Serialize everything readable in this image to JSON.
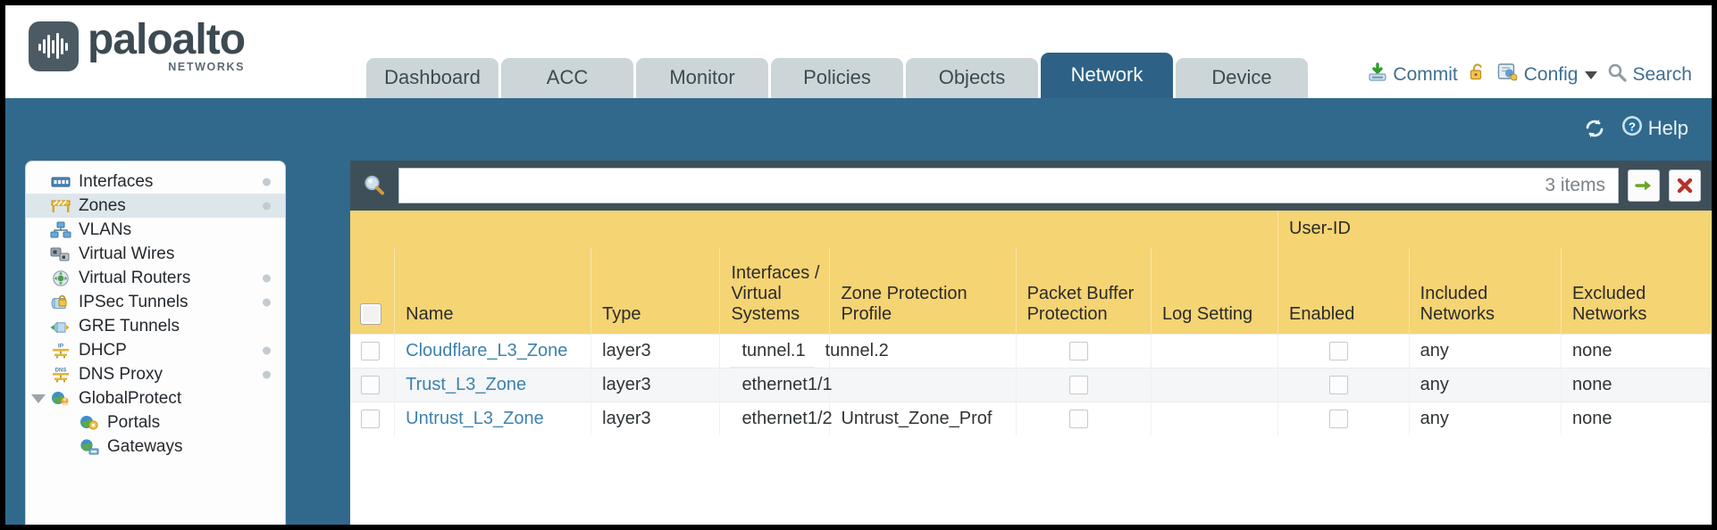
{
  "brand": {
    "name": "paloalto",
    "tagline": "NETWORKS",
    "logo_icon": "paloalto-logo-icon"
  },
  "nav": {
    "tabs": [
      {
        "label": "Dashboard",
        "active": false
      },
      {
        "label": "ACC",
        "active": false
      },
      {
        "label": "Monitor",
        "active": false
      },
      {
        "label": "Policies",
        "active": false
      },
      {
        "label": "Objects",
        "active": false
      },
      {
        "label": "Network",
        "active": true
      },
      {
        "label": "Device",
        "active": false
      }
    ]
  },
  "header_actions": {
    "commit": "Commit",
    "commit_icon": "commit-save-icon",
    "lock_icon": "padlock-icon",
    "config": "Config",
    "config_icon": "config-key-icon",
    "config_caret": "chevron-down-icon",
    "search": "Search",
    "search_icon": "search-magnifier-icon"
  },
  "blue_bar": {
    "refresh_icon": "refresh-icon",
    "help_label": "Help",
    "help_icon": "help-question-icon"
  },
  "sidebar": {
    "items": [
      {
        "label": "Interfaces",
        "icon": "interfaces-icon",
        "selected": false,
        "dot": true,
        "child": false,
        "expander": false
      },
      {
        "label": "Zones",
        "icon": "zones-icon",
        "selected": true,
        "dot": true,
        "child": false,
        "expander": false
      },
      {
        "label": "VLANs",
        "icon": "vlans-icon",
        "selected": false,
        "dot": false,
        "child": false,
        "expander": false
      },
      {
        "label": "Virtual Wires",
        "icon": "virtual-wires-icon",
        "selected": false,
        "dot": false,
        "child": false,
        "expander": false
      },
      {
        "label": "Virtual Routers",
        "icon": "virtual-routers-icon",
        "selected": false,
        "dot": true,
        "child": false,
        "expander": false
      },
      {
        "label": "IPSec Tunnels",
        "icon": "ipsec-tunnels-icon",
        "selected": false,
        "dot": true,
        "child": false,
        "expander": false
      },
      {
        "label": "GRE Tunnels",
        "icon": "gre-tunnels-icon",
        "selected": false,
        "dot": false,
        "child": false,
        "expander": false
      },
      {
        "label": "DHCP",
        "icon": "dhcp-icon",
        "selected": false,
        "dot": true,
        "child": false,
        "expander": false
      },
      {
        "label": "DNS Proxy",
        "icon": "dns-proxy-icon",
        "selected": false,
        "dot": true,
        "child": false,
        "expander": false
      },
      {
        "label": "GlobalProtect",
        "icon": "globalprotect-icon",
        "selected": false,
        "dot": false,
        "child": false,
        "expander": true
      },
      {
        "label": "Portals",
        "icon": "portals-icon",
        "selected": false,
        "dot": false,
        "child": true,
        "expander": false
      },
      {
        "label": "Gateways",
        "icon": "gateways-icon",
        "selected": false,
        "dot": false,
        "child": true,
        "expander": false
      }
    ]
  },
  "search": {
    "value": "",
    "placeholder": "",
    "icon": "search-magnifier-icon",
    "items_count": "3 items",
    "apply_icon": "green-arrow-icon",
    "clear_icon": "red-x-icon"
  },
  "table": {
    "group_header": "User-ID",
    "columns": [
      "Name",
      "Type",
      "Interfaces / Virtual Systems",
      "Zone Protection Profile",
      "Packet Buffer Protection",
      "Log Setting",
      "Enabled",
      "Included Networks",
      "Excluded Networks"
    ],
    "rows": [
      {
        "name": "Cloudflare_L3_Zone",
        "type": "layer3",
        "interfaces": [
          "tunnel.1",
          "tunnel.2"
        ],
        "zone_protection_profile": "",
        "packet_buffer_protection": false,
        "log_setting": "",
        "userid_enabled": false,
        "included_networks": "any",
        "excluded_networks": "none"
      },
      {
        "name": "Trust_L3_Zone",
        "type": "layer3",
        "interfaces": [
          "ethernet1/1"
        ],
        "zone_protection_profile": "",
        "packet_buffer_protection": false,
        "log_setting": "",
        "userid_enabled": false,
        "included_networks": "any",
        "excluded_networks": "none"
      },
      {
        "name": "Untrust_L3_Zone",
        "type": "layer3",
        "interfaces": [
          "ethernet1/2"
        ],
        "zone_protection_profile": "Untrust_Zone_Prof",
        "packet_buffer_protection": false,
        "log_setting": "",
        "userid_enabled": false,
        "included_networks": "any",
        "excluded_networks": "none"
      }
    ]
  },
  "colors": {
    "brand_blue": "#31698c",
    "tab_inactive": "#ccd6d8",
    "tab_active": "#2d6286",
    "header_amber": "#f5d473",
    "group_amber": "#e3b44a",
    "link_blue": "#3d82ae"
  }
}
